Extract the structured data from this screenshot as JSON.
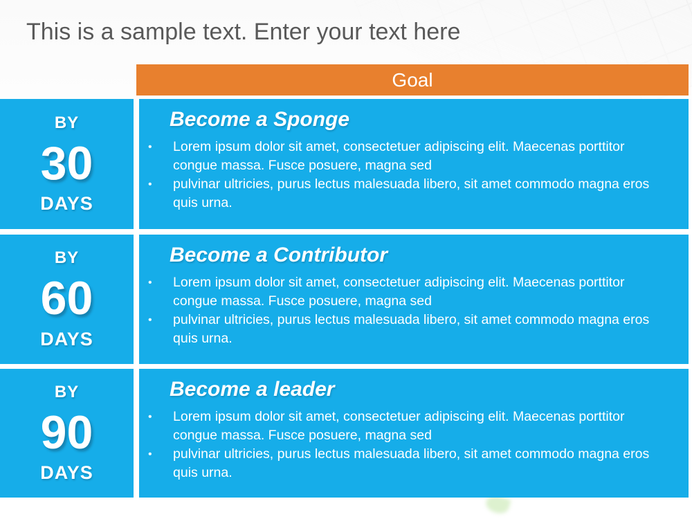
{
  "slide": {
    "title": "This is a sample text. Enter your text here",
    "bullet_char": "•",
    "header": {
      "label": "Goal"
    },
    "rows": [
      {
        "by": "BY",
        "number": "30",
        "unit": "DAYS",
        "heading": "Become a Sponge",
        "bullets": [
          "Lorem ipsum dolor sit amet, consectetuer adipiscing elit. Maecenas porttitor congue massa. Fusce posuere, magna sed",
          "pulvinar ultricies, purus lectus malesuada libero, sit amet commodo magna eros quis urna."
        ]
      },
      {
        "by": "BY",
        "number": "60",
        "unit": "DAYS",
        "heading": "Become a Contributor",
        "bullets": [
          "Lorem ipsum dolor sit amet, consectetuer adipiscing elit. Maecenas porttitor congue massa. Fusce posuere, magna sed",
          "pulvinar ultricies, purus lectus malesuada libero, sit amet commodo magna eros quis urna."
        ]
      },
      {
        "by": "BY",
        "number": "90",
        "unit": "DAYS",
        "heading": "Become a leader",
        "bullets": [
          "Lorem ipsum dolor sit amet, consectetuer adipiscing elit. Maecenas porttitor congue massa. Fusce posuere, magna sed",
          "pulvinar ultricies, purus lectus malesuada libero, sit amet commodo magna eros quis urna."
        ]
      }
    ],
    "colors": {
      "accent_orange": "#e8802e",
      "accent_blue": "#16ade9",
      "title_gray": "#595959"
    }
  }
}
